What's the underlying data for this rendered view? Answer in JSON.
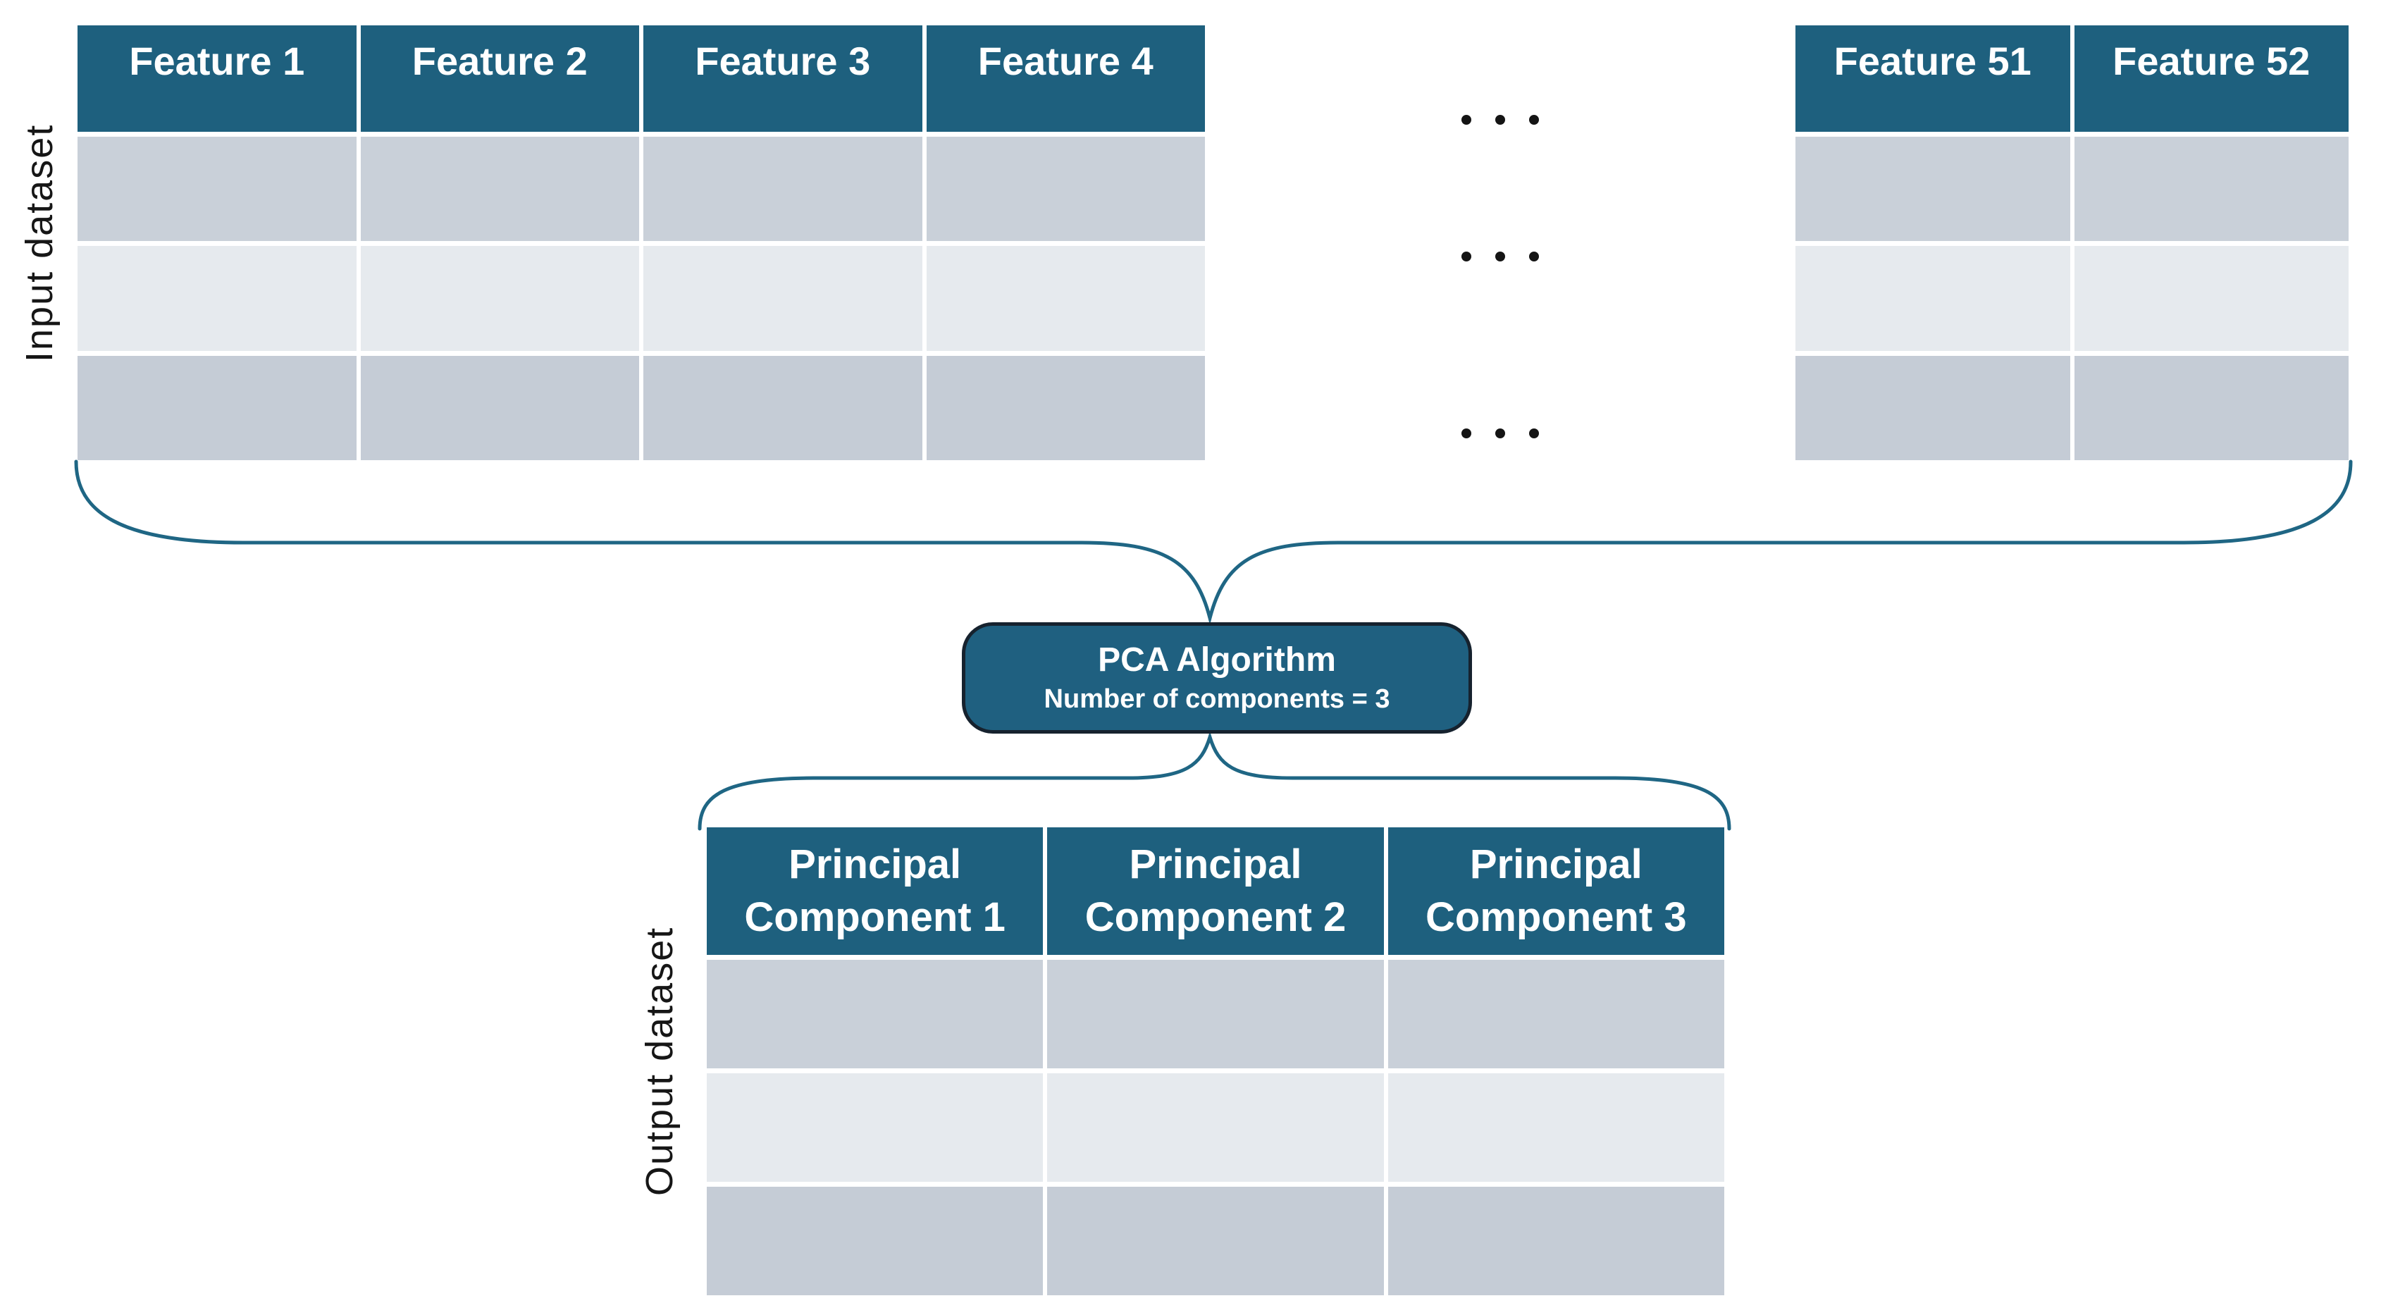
{
  "colors": {
    "background": "#FFFFFF",
    "header_fill": "#1E607E",
    "header_text": "#FFFFFF",
    "box_fill": "#1F6080",
    "box_border": "#16222E",
    "box_text": "#FFFFFF",
    "row_dark": "#C9D0D9",
    "row_dark_alt": "#C5CCD6",
    "row_light": "#E6EAEE",
    "brace": "#1F6684",
    "label_text": "#161616",
    "dot": "#141414"
  },
  "input_section": {
    "label": "Input dataset",
    "left_table_headers": [
      "Feature 1",
      "Feature 2",
      "Feature 3",
      "Feature 4"
    ],
    "right_table_headers": [
      "Feature 51",
      "Feature 52"
    ],
    "hidden_columns_indicator": "...",
    "data_row_count": 3
  },
  "pca_box": {
    "title": "PCA Algorithm",
    "subtitle": "Number of components = 3"
  },
  "output_section": {
    "label": "Output dataset",
    "table_headers": [
      "Principal Component 1",
      "Principal Component 2",
      "Principal Component 3"
    ],
    "data_row_count": 3
  }
}
